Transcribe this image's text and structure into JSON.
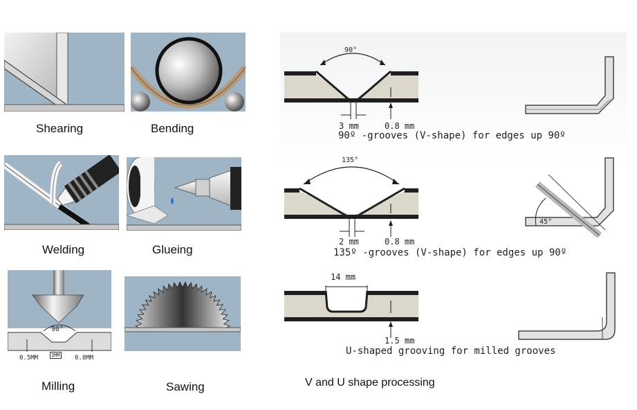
{
  "processes": {
    "shearing": "Shearing",
    "bending": "Bending",
    "welding": "Welding",
    "glueing": "Glueing",
    "milling": "Milling",
    "sawing": "Sawing"
  },
  "milling_labels": {
    "angle": "90°",
    "left": "0.5MM",
    "center": "3MM",
    "right": "0.8MM"
  },
  "grooves": {
    "v90": {
      "angle": "90°",
      "width": "3 mm",
      "depth": "0.8 mm",
      "caption": "90º -grooves (V-shape) for edges up 90º"
    },
    "v135": {
      "angle": "135°",
      "width": "2 mm",
      "depth": "0.8 mm",
      "caption": "135º -grooves (V-shape) for edges up 90º",
      "fold_angle": "45°"
    },
    "u": {
      "width": "14 mm",
      "depth": "1.5 mm",
      "caption": "U-shaped grooving for milled grooves"
    }
  },
  "section_title": "V and U shape processing",
  "colors": {
    "panel_blue": "#9fb4c4",
    "steel": "#c8c8c8",
    "core": "#e6e2d6",
    "dark": "#1e1e1e"
  }
}
